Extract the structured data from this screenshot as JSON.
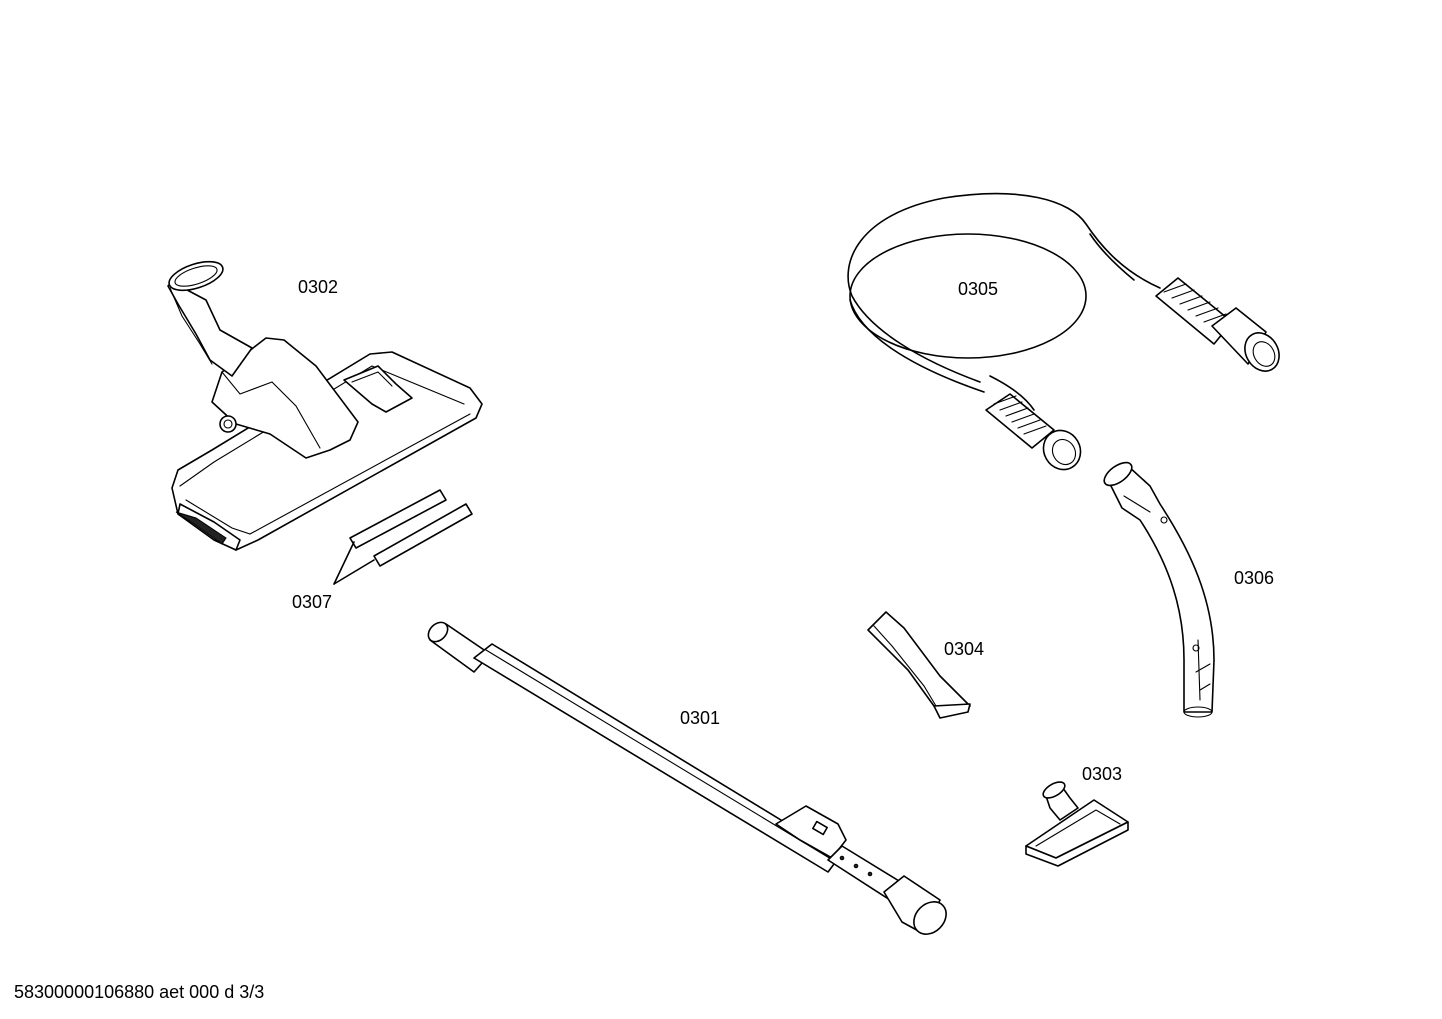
{
  "parts": {
    "p0301": "0301",
    "p0302": "0302",
    "p0303": "0303",
    "p0304": "0304",
    "p0305": "0305",
    "p0306": "0306",
    "p0307": "0307"
  },
  "footer": {
    "doc_id": "58300000106880 aet 000 d 3/3"
  },
  "colors": {
    "line": "#000000",
    "background": "#ffffff"
  }
}
